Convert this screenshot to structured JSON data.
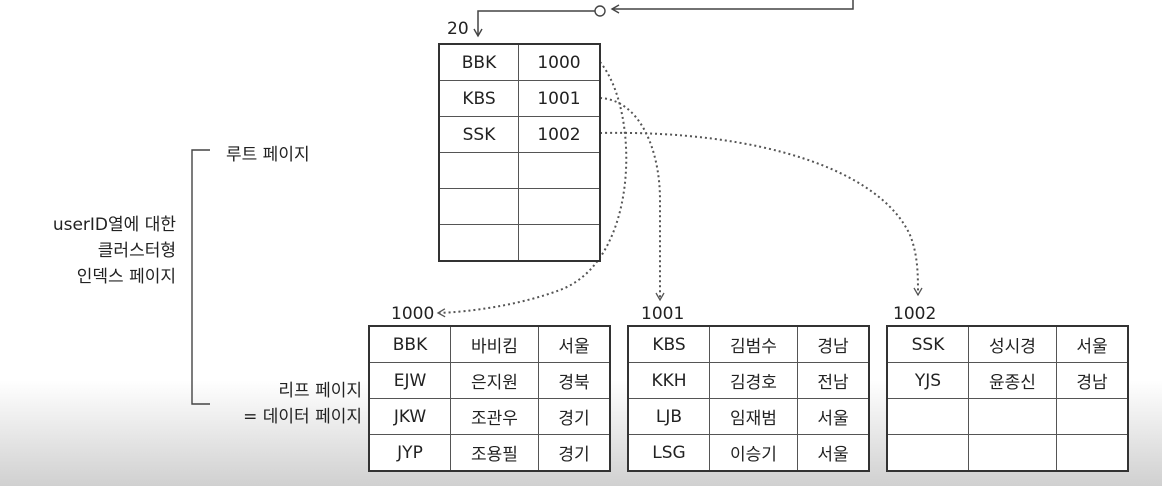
{
  "root_page": {
    "page_number": "20",
    "rows": [
      {
        "key": "BBK",
        "page": "1000"
      },
      {
        "key": "KBS",
        "page": "1001"
      },
      {
        "key": "SSK",
        "page": "1002"
      },
      {
        "key": "",
        "page": ""
      },
      {
        "key": "",
        "page": ""
      },
      {
        "key": "",
        "page": ""
      }
    ]
  },
  "labels": {
    "root_page": "루트 페이지",
    "index_line1": "userID열에 대한",
    "index_line2": "클러스터형",
    "index_line3": "인덱스 페이지",
    "leaf_line1": "리프 페이지",
    "leaf_line2": "= 데이터 페이지"
  },
  "leaf_pages": [
    {
      "page_number": "1000",
      "rows": [
        [
          "BBK",
          "바비킴",
          "서울"
        ],
        [
          "EJW",
          "은지원",
          "경북"
        ],
        [
          "JKW",
          "조관우",
          "경기"
        ],
        [
          "JYP",
          "조용필",
          "경기"
        ]
      ]
    },
    {
      "page_number": "1001",
      "rows": [
        [
          "KBS",
          "김범수",
          "경남"
        ],
        [
          "KKH",
          "김경호",
          "전남"
        ],
        [
          "LJB",
          "임재범",
          "서울"
        ],
        [
          "LSG",
          "이승기",
          "서울"
        ]
      ]
    },
    {
      "page_number": "1002",
      "rows": [
        [
          "SSK",
          "성시경",
          "서울"
        ],
        [
          "YJS",
          "윤종신",
          "경남"
        ],
        [
          "",
          "",
          ""
        ],
        [
          "",
          "",
          ""
        ]
      ]
    }
  ]
}
